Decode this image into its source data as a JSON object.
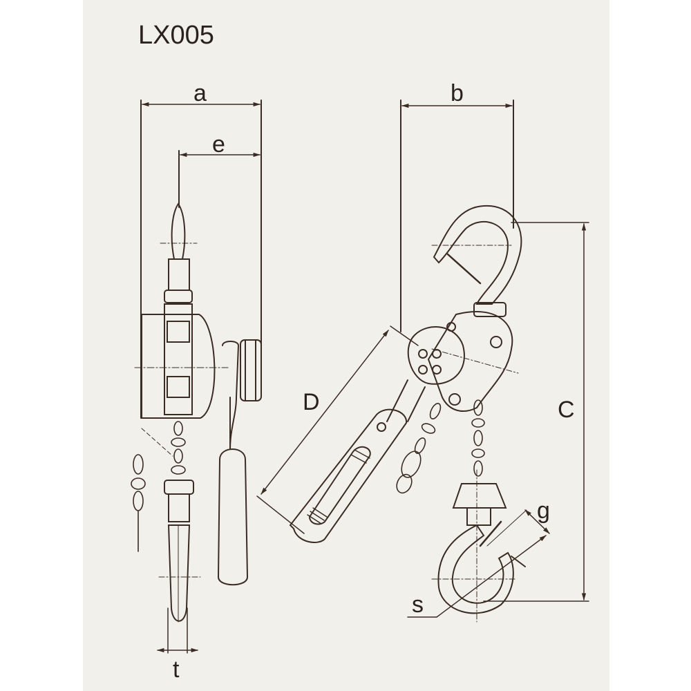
{
  "title": "LX005",
  "dimensions": {
    "a": "a",
    "e": "e",
    "b": "b",
    "C": "C",
    "D": "D",
    "g": "g",
    "s": "s",
    "t": "t"
  },
  "colors": {
    "paper": "#f2f0ea",
    "line": "#3a2c24"
  }
}
